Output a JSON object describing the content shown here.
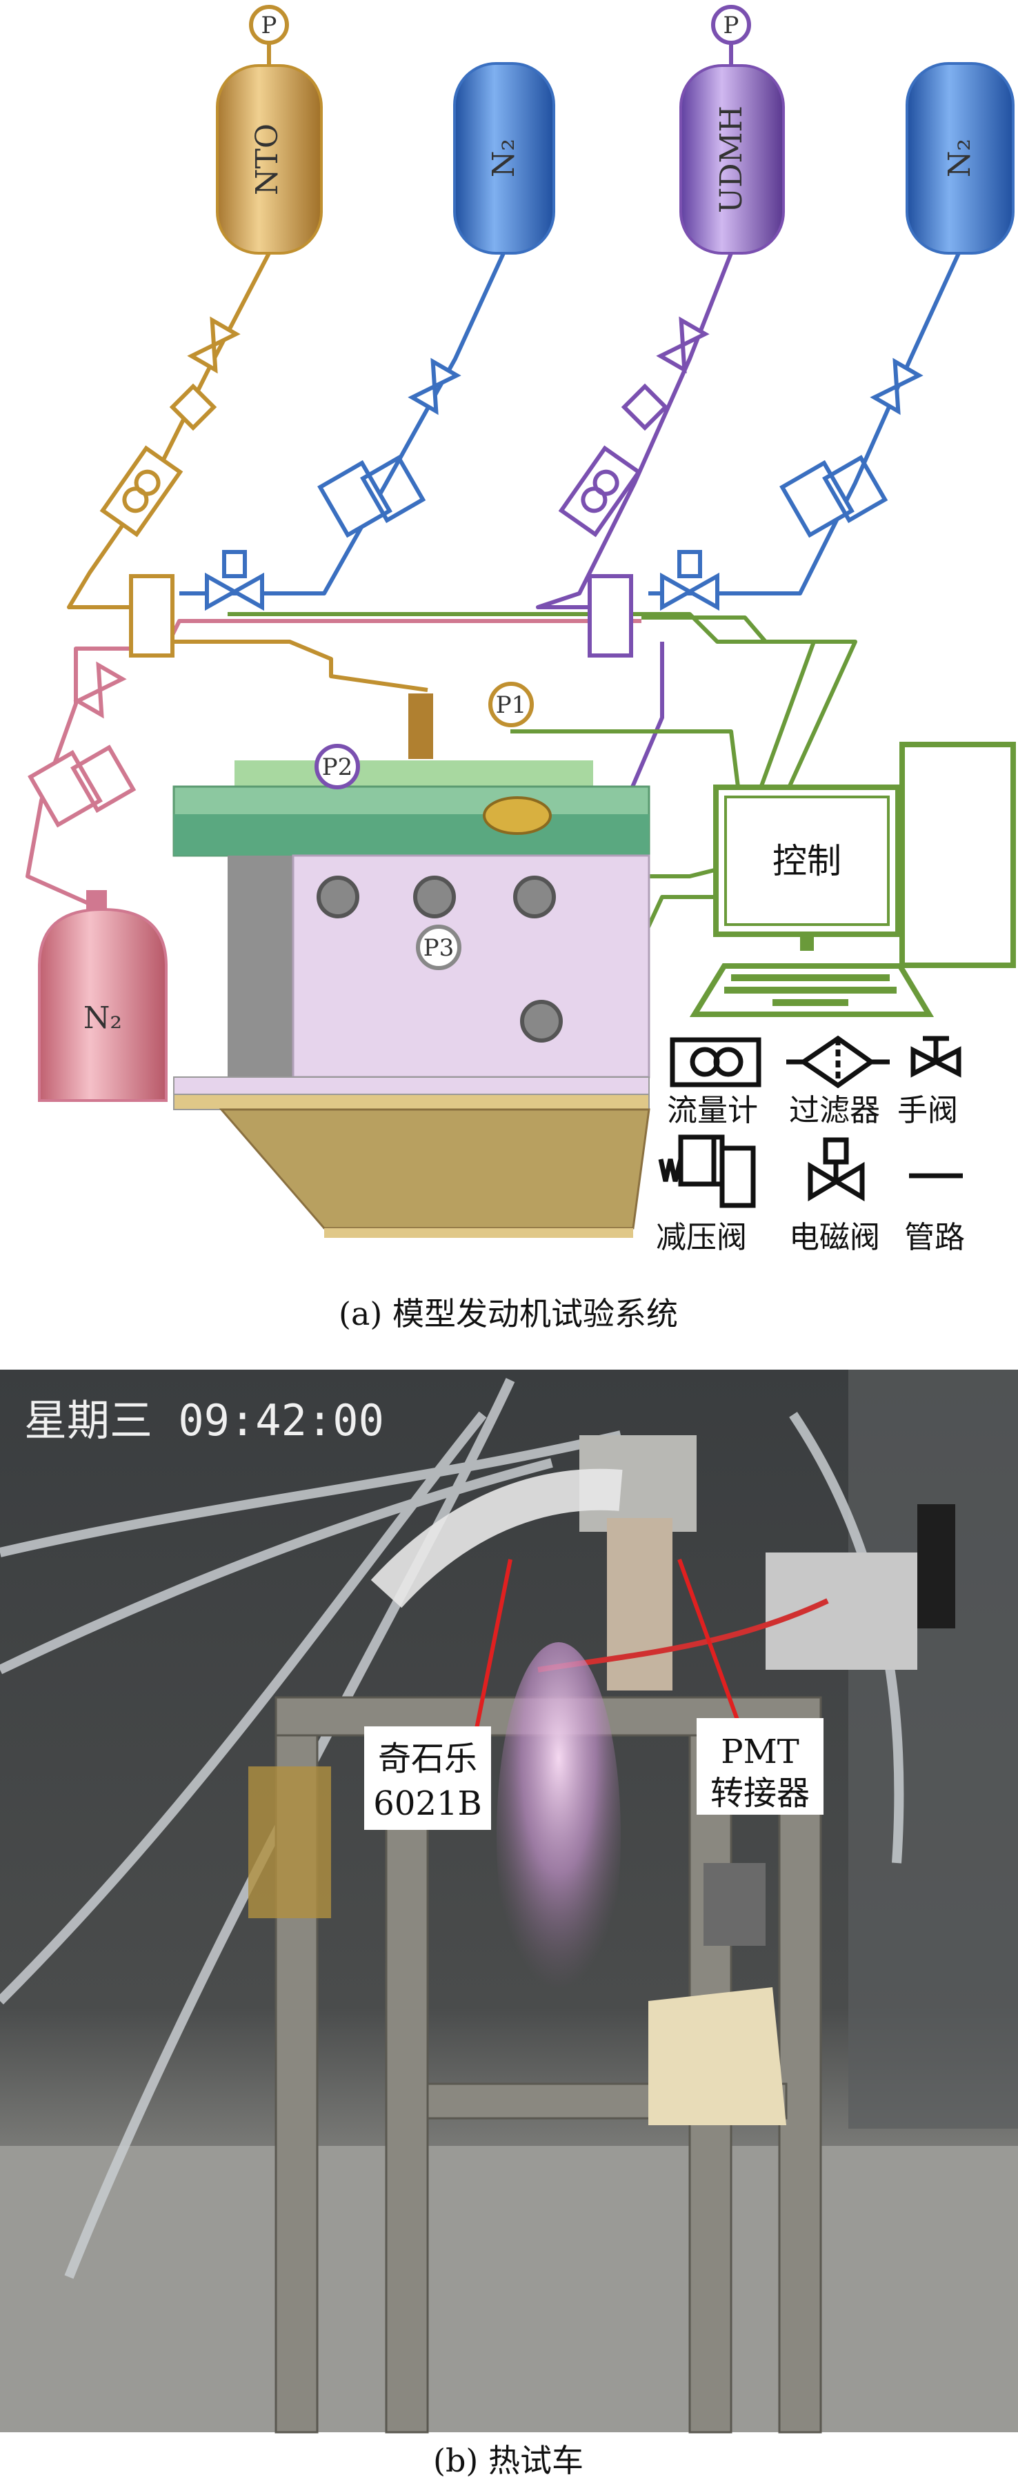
{
  "figure_a": {
    "caption": "(a) 模型发动机试验系统",
    "tanks": [
      {
        "label": "NTO"
      },
      {
        "label": "N₂"
      },
      {
        "label": "UDMH"
      },
      {
        "label": "N₂"
      },
      {
        "label": "N₂"
      }
    ],
    "pressure_points": {
      "nto": "P",
      "udmh": "P",
      "p1": "P1",
      "p2": "P2",
      "p3": "P3"
    },
    "control_label": "控制",
    "legend": [
      {
        "icon": "flowmeter-icon",
        "label": "流量计"
      },
      {
        "icon": "filter-icon",
        "label": "过滤器"
      },
      {
        "icon": "manual-valve-icon",
        "label": "手阀"
      },
      {
        "icon": "pressure-reducing-valve-icon",
        "label": "减压阀"
      },
      {
        "icon": "solenoid-valve-icon",
        "label": "电磁阀"
      },
      {
        "icon": "pipeline-icon",
        "label": "管路"
      }
    ]
  },
  "figure_b": {
    "caption": "(b) 热试车",
    "timestamp": "星期三 09:42:00",
    "kistler_label": [
      "奇石乐",
      "6021B"
    ],
    "pmt_label": [
      "PMT",
      "转接器"
    ]
  },
  "colors": {
    "oxidizer": "#c09030",
    "nitrogen": "#3a6fc0",
    "fuel": "#7a50b0",
    "purge": "#d07890",
    "control": "#6a9a3a"
  }
}
